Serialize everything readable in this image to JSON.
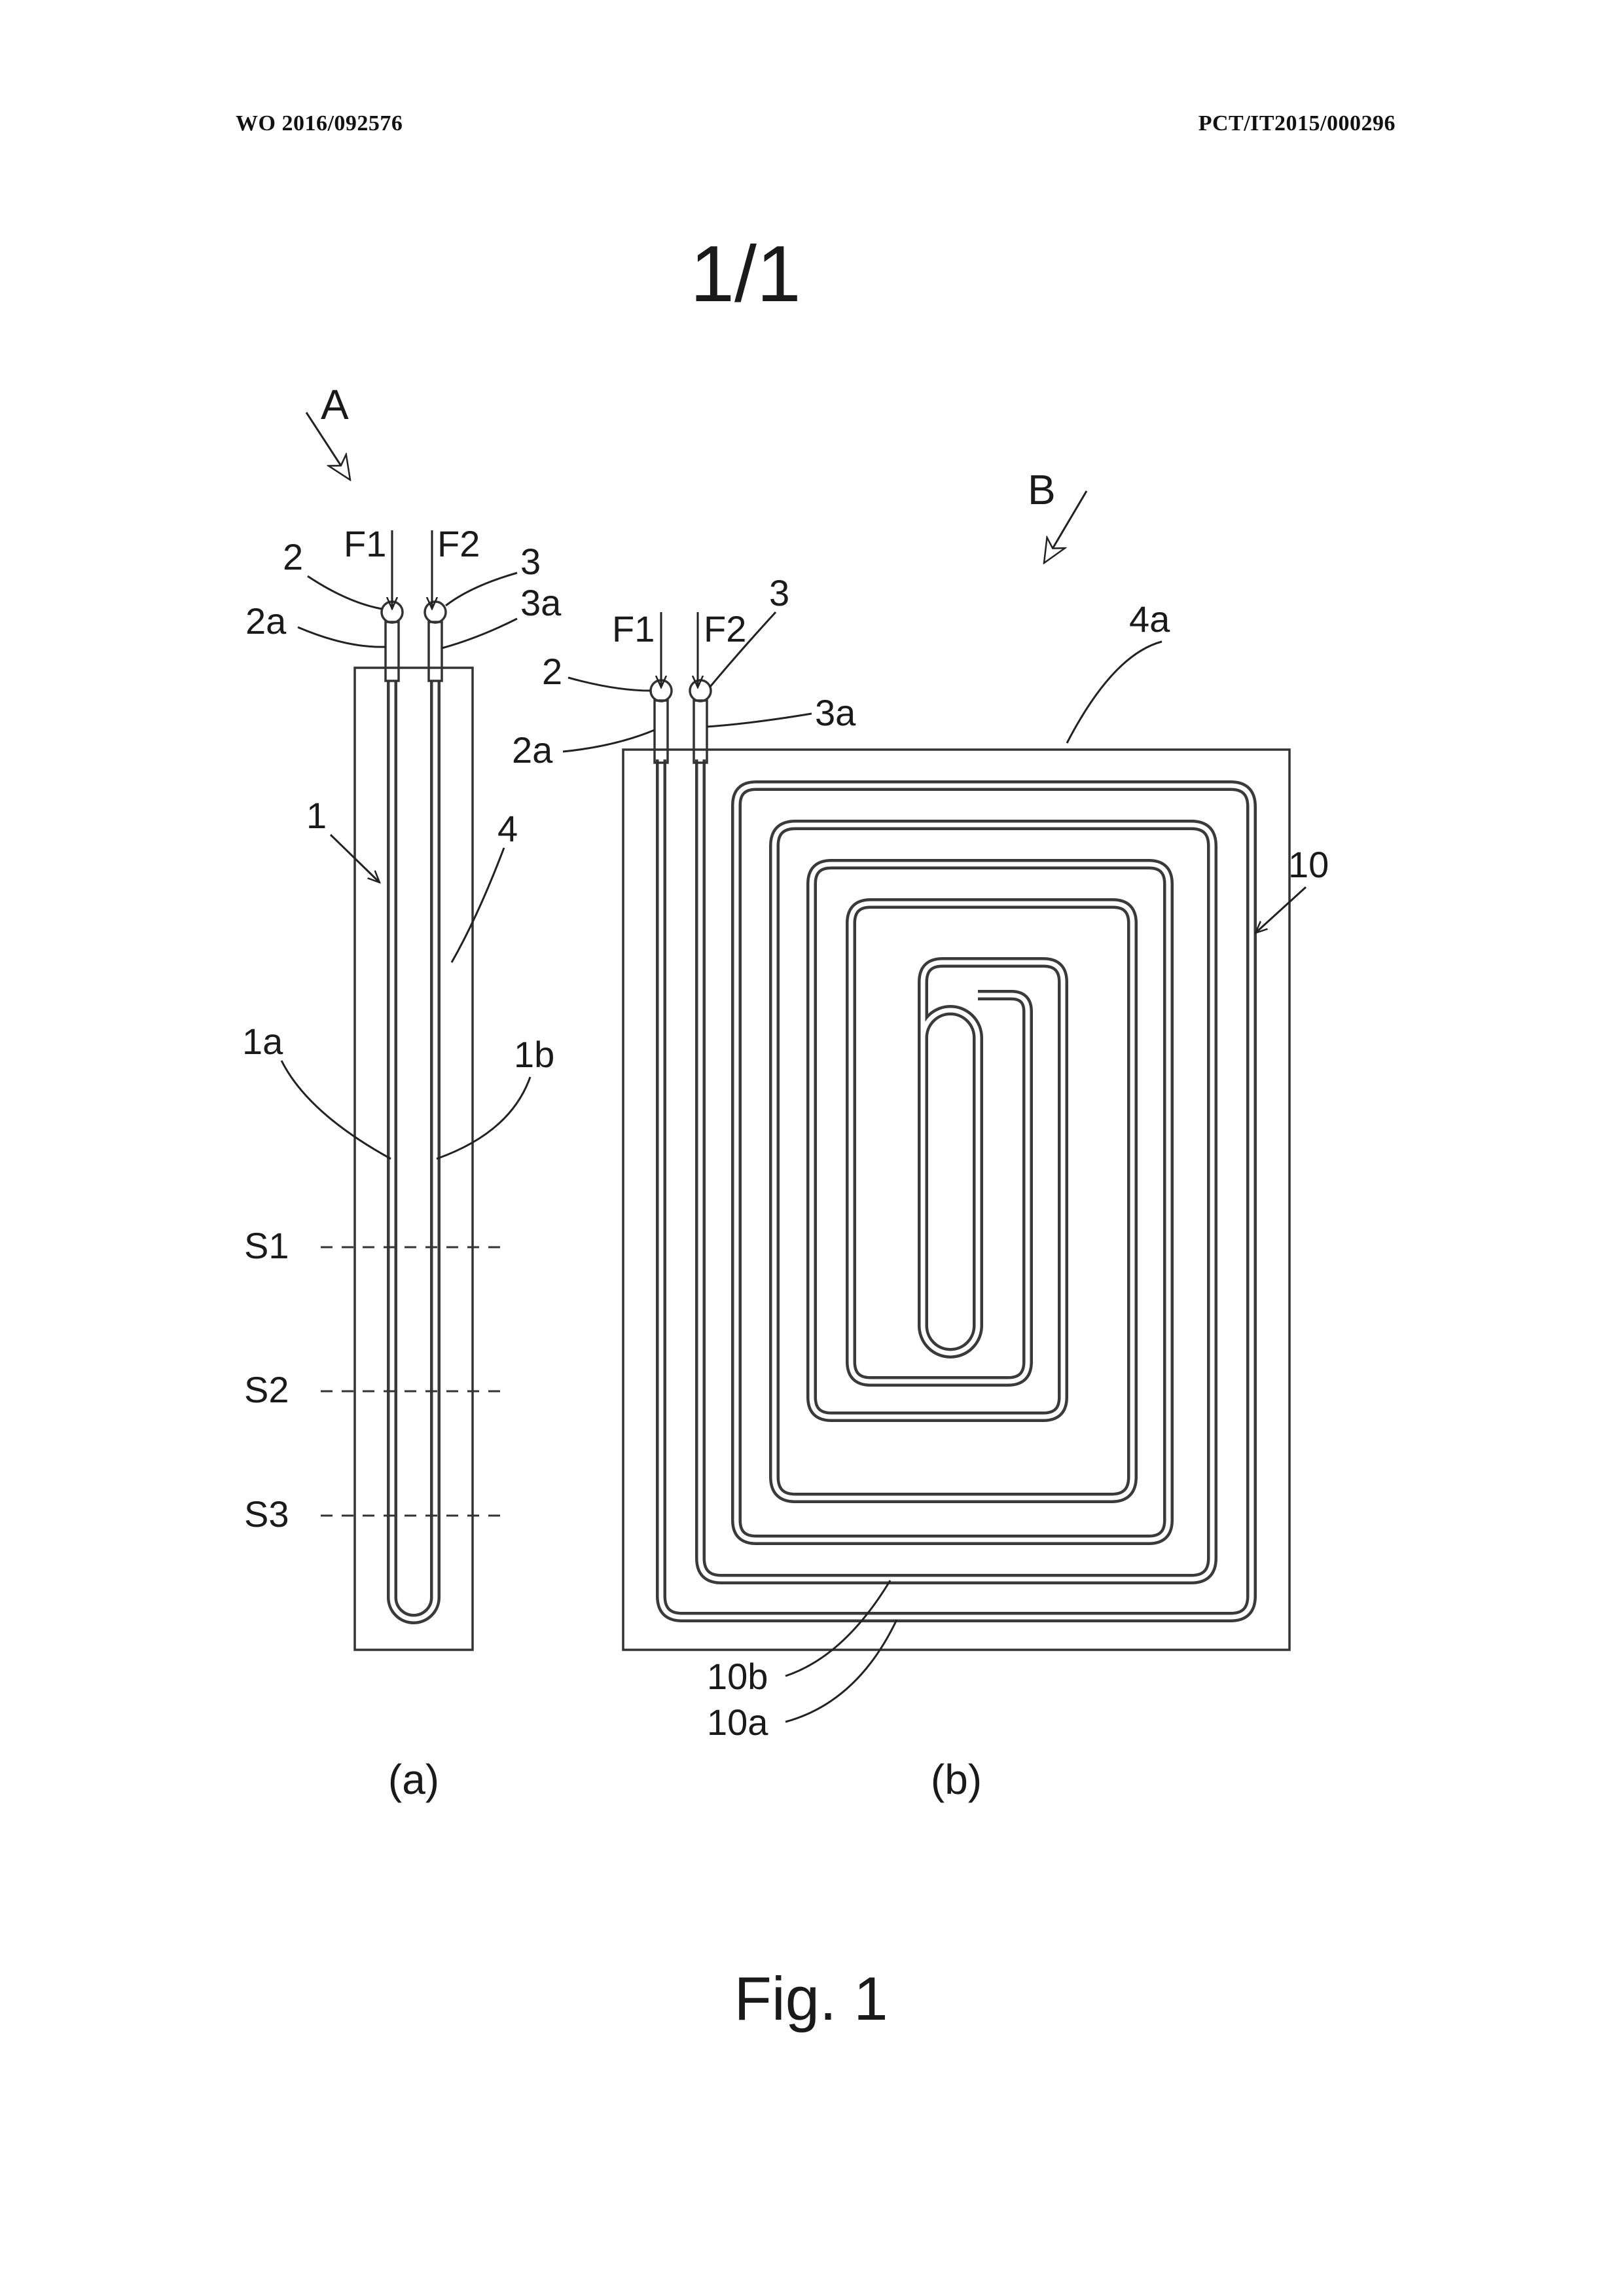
{
  "header": {
    "publication_number": "WO 2016/092576",
    "application_number": "PCT/IT2015/000296"
  },
  "sheet_number": "1/1",
  "figure_caption": "Fig. 1",
  "view_a": {
    "caption": "(a)",
    "view_arrow_label": "A",
    "labels": {
      "inlet_1": "2",
      "inlet_2": "3",
      "fitting_1": "2a",
      "fitting_2": "3a",
      "flow_1": "F1",
      "flow_2": "F2",
      "tube": "1",
      "plate": "4",
      "branch_a": "1a",
      "branch_b": "1b"
    },
    "sections": [
      "S1",
      "S2",
      "S3"
    ]
  },
  "view_b": {
    "caption": "(b)",
    "view_arrow_label": "B",
    "labels": {
      "inlet_1": "2",
      "inlet_2": "3",
      "fitting_1": "2a",
      "fitting_2": "3a",
      "flow_1": "F1",
      "flow_2": "F2",
      "plate": "4a",
      "tube": "10",
      "branch_b": "10b",
      "branch_a": "10a"
    }
  }
}
